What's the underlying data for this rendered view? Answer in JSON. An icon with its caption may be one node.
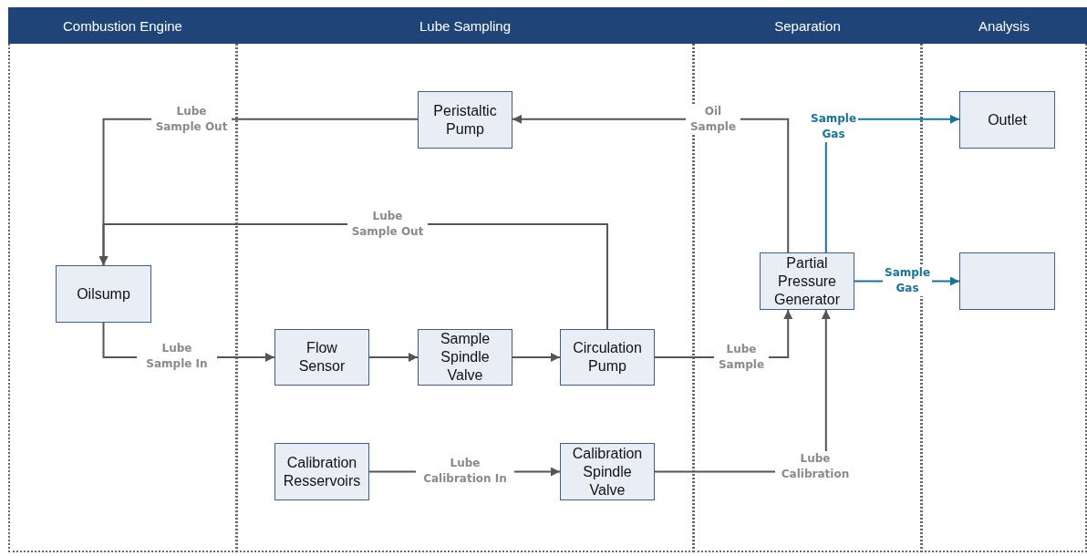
{
  "diagram": {
    "nodes": [
      {
        "text": [
          "Combustion Engine"
        ]
      },
      {
        "text": [
          "Lube Sampling"
        ]
      },
      {
        "text": [
          "Separation"
        ]
      },
      {
        "text": [
          "Analysis"
        ]
      },
      {
        "text": [
          "Oilsump"
        ],
        "in": 0
      },
      {
        "text": [
          "Peristaltic Pump"
        ],
        "in": 1
      },
      {
        "text": [
          "Flow Sensor"
        ],
        "in": 1
      },
      {
        "text": [
          "Sample Spindle Valve"
        ],
        "in": 1
      },
      {
        "text": [
          "Circulation Pump"
        ],
        "in": 1
      },
      {
        "text": [
          "Calibration Resservoirs"
        ],
        "in": 1
      },
      {
        "text": [
          "Calibration Spindle Valve"
        ],
        "in": 1
      },
      {
        "text": [
          "Partial Pressure Generator"
        ],
        "in": 2
      },
      {
        "text": [
          "Outlet"
        ],
        "in": 3
      },
      {
        "text": [],
        "shape": "box",
        "in": 3
      }
    ],
    "edges": [
      {
        "from": 5,
        "to": 4,
        "arrow": "to",
        "label": "Lube Sample Out"
      },
      {
        "from": 8,
        "to": 4,
        "arrow": "to",
        "label": "Lube Sample Out"
      },
      {
        "from": 4,
        "to": 6,
        "arrow": "to",
        "label": "Lube Sample In"
      },
      {
        "from": 6,
        "to": 7,
        "arrow": "to"
      },
      {
        "from": 7,
        "to": 8,
        "arrow": "to"
      },
      {
        "from": 11,
        "to": 5,
        "arrow": "to",
        "label": "Oil Sample"
      },
      {
        "from": 8,
        "to": 11,
        "arrow": "to",
        "label": "Lube Sample"
      },
      {
        "from": 9,
        "to": 10,
        "arrow": "to",
        "label": "Lube Calibration In"
      },
      {
        "from": 10,
        "to": 11,
        "arrow": "to",
        "label": "Lube Calibration"
      },
      {
        "from": 11,
        "to": 12,
        "arrow": "to",
        "label": "Sample Gas",
        "color": "#17739b"
      },
      {
        "from": 11,
        "to": 13,
        "arrow": "to",
        "label": "Sample Gas",
        "color": "#17739b"
      }
    ]
  }
}
